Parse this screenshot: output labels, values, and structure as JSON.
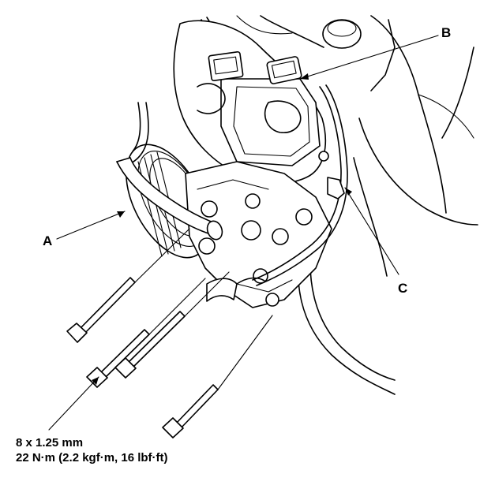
{
  "callouts": {
    "a": "A",
    "b": "B",
    "c": "C"
  },
  "torque_spec": {
    "line1": "8 x 1.25 mm",
    "line2": "22 N·m (2.2 kgf·m, 16 lbf·ft)"
  },
  "colors": {
    "ink": "#000000",
    "paper": "#ffffff"
  }
}
